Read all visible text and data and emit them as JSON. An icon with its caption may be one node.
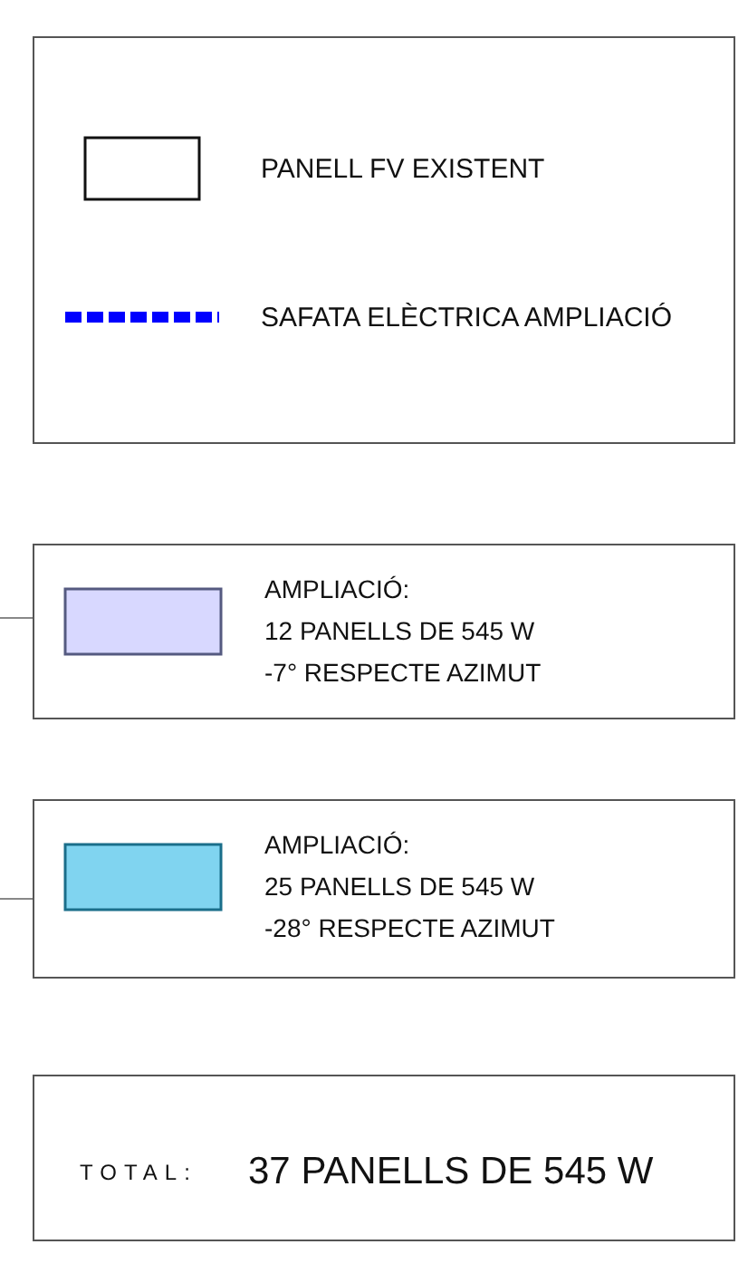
{
  "diagram": {
    "nodes": [
      {
        "text": [
          "AMPLIACIÓ:",
          "12 PANELLS DE 545 W -7° RESPECTE AZIMUT"
        ]
      },
      {
        "text": [
          "AMPLIACIÓ:",
          "25 PANELLS DE 545 W -28° RESPECTE AZIMUT"
        ]
      },
      {
        "text": [
          "TOTAL:",
          "37 PANELLS DE 545 W"
        ]
      }
    ],
    "edges": [
      {
        "from": null,
        "to": 0,
        "arrow": "none"
      },
      {
        "from": null,
        "to": 1,
        "arrow": "none"
      }
    ],
    "legend": [
      {
        "text": "PANELL FV EXISTENT"
      },
      {
        "text": "SAFATA ELÈCTRICA AMPLIACIÓ"
      }
    ]
  }
}
